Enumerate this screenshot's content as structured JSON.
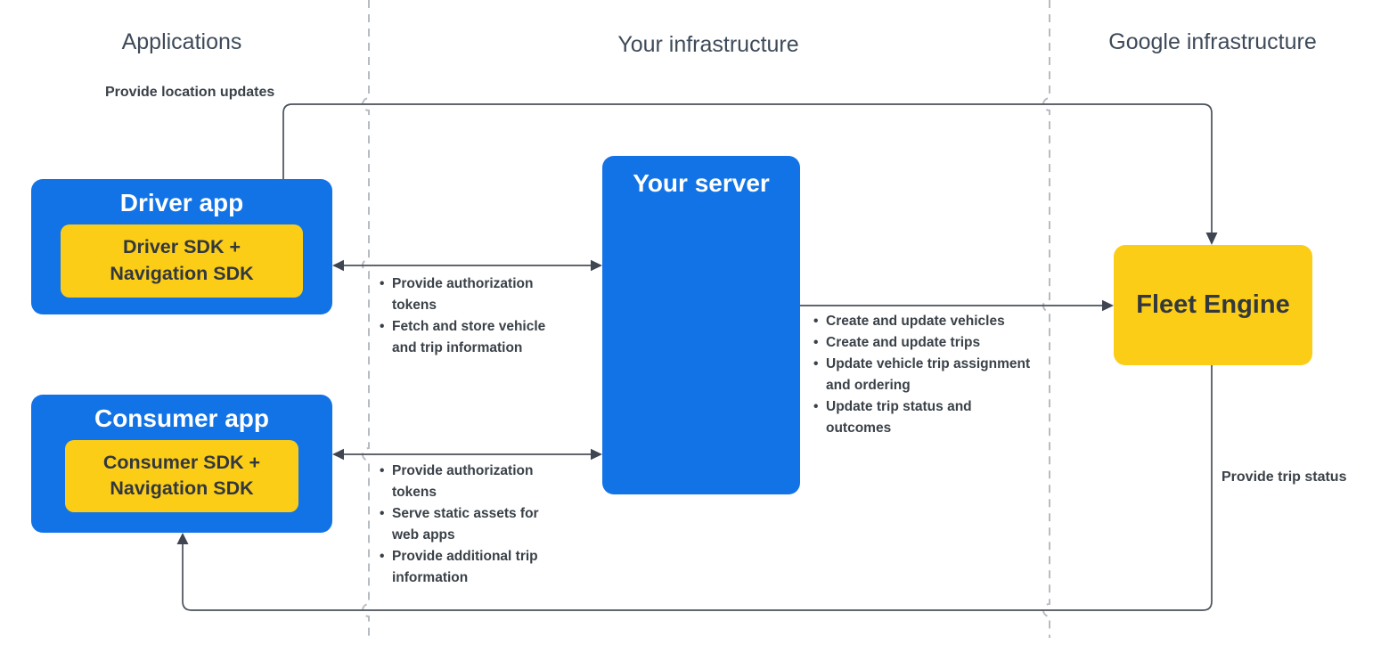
{
  "columns": {
    "applications": "Applications",
    "your_infrastructure": "Your infrastructure",
    "google_infrastructure": "Google infrastructure"
  },
  "boxes": {
    "driver_app": {
      "title": "Driver app",
      "sdk": "Driver SDK + Navigation SDK"
    },
    "consumer_app": {
      "title": "Consumer app",
      "sdk": "Consumer SDK + Navigation SDK"
    },
    "your_server": {
      "title": "Your server"
    },
    "fleet_engine": {
      "title": "Fleet Engine"
    }
  },
  "edge_labels": {
    "provide_location_updates": "Provide location updates",
    "provide_trip_status": "Provide trip status"
  },
  "edge_lists": {
    "driver_server": [
      "Provide authorization tokens",
      "Fetch and store vehicle and trip information"
    ],
    "server_fleet": [
      "Create and update vehicles",
      "Create and update trips",
      "Update vehicle trip assignment and ordering",
      "Update trip status and outcomes"
    ],
    "consumer_server": [
      "Provide authorization tokens",
      "Serve static assets for web apps",
      "Provide additional trip information"
    ]
  },
  "colors": {
    "box_blue": "#1273e6",
    "box_yellow": "#fccd17",
    "line": "#4a5159",
    "divider_dash": "#b7bcc3",
    "heading_text": "#3e4a59",
    "note_text": "#3a4148",
    "dark_text_on_yellow": "#32383e"
  }
}
